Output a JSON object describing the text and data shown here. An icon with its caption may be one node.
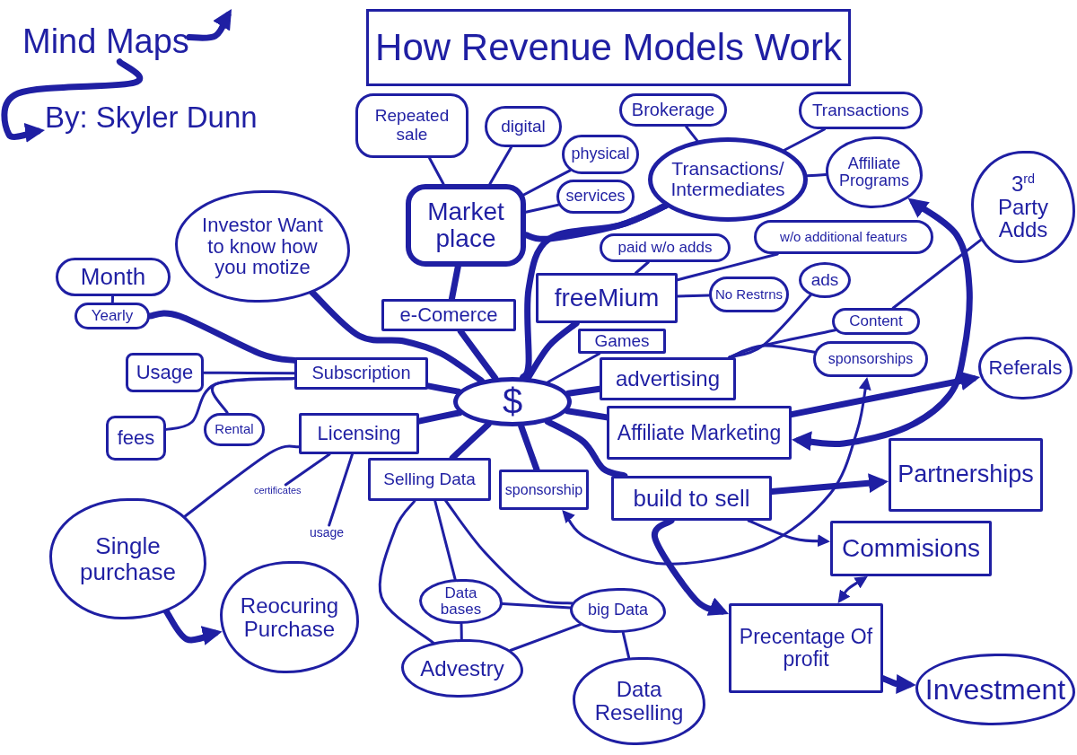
{
  "diagram": {
    "title": "How Revenue Models Work",
    "nodes": [
      {
        "text": [
          "Mind Maps"
        ]
      },
      {
        "text": [
          "By: Skyler Dunn"
        ]
      },
      {
        "text": [
          "Investor Want to know how you motize"
        ]
      },
      {
        "text": [
          "Month"
        ]
      },
      {
        "text": [
          "Yearly"
        ]
      },
      {
        "text": [
          "Usage"
        ]
      },
      {
        "text": [
          "fees"
        ]
      },
      {
        "text": [
          "Rental"
        ]
      },
      {
        "text": [
          "Subscription"
        ]
      },
      {
        "text": [
          "Licensing"
        ]
      },
      {
        "text": [
          "certificates"
        ]
      },
      {
        "text": [
          "usage"
        ]
      },
      {
        "text": [
          "Single purchase"
        ]
      },
      {
        "text": [
          "Reocuring Purchase"
        ]
      },
      {
        "text": [
          "Repeated sale"
        ]
      },
      {
        "text": [
          "digital"
        ]
      },
      {
        "text": [
          "physical"
        ]
      },
      {
        "text": [
          "services"
        ]
      },
      {
        "text": [
          "Market place"
        ]
      },
      {
        "text": [
          "e-Comerce"
        ]
      },
      {
        "text": [
          "Brokerage"
        ]
      },
      {
        "text": [
          "Transactions"
        ]
      },
      {
        "text": [
          "Transactions/ Intermediates"
        ]
      },
      {
        "text": [
          "Affiliate Programs"
        ]
      },
      {
        "text": [
          "paid w/o adds"
        ]
      },
      {
        "text": [
          "freeMium"
        ]
      },
      {
        "text": [
          "w/o additional featurs"
        ]
      },
      {
        "text": [
          "No Restrns"
        ]
      },
      {
        "text": [
          "ads"
        ]
      },
      {
        "text": [
          "Games"
        ]
      },
      {
        "text": [
          "advertising"
        ]
      },
      {
        "text": [
          "Content"
        ]
      },
      {
        "text": [
          "3$^{rd}$ Party Adds"
        ]
      },
      {
        "text": [
          "sponsorships"
        ]
      },
      {
        "text": [
          "$"
        ]
      },
      {
        "text": [
          "Referals"
        ]
      },
      {
        "text": [
          "Affiliate Marketing"
        ]
      },
      {
        "text": [
          "Partnerships"
        ]
      },
      {
        "text": [
          "Selling Data"
        ]
      },
      {
        "text": [
          "sponsorship"
        ]
      },
      {
        "text": [
          "build to sell"
        ]
      },
      {
        "text": [
          "Commisions"
        ]
      },
      {
        "text": [
          "Precentage Of profit"
        ]
      },
      {
        "text": [
          "Data bases"
        ]
      },
      {
        "text": [
          "big Data"
        ]
      },
      {
        "text": [
          "Advestry"
        ]
      },
      {
        "text": [
          "Investment"
        ]
      },
      {
        "text": [
          "Data Reselling"
        ]
      }
    ],
    "edges": [
      {
        "from": 0,
        "to": 1,
        "arrow": "to",
        "style": "thick"
      },
      {
        "from": 0,
        "to": null,
        "arrow": "to",
        "style": "thick"
      },
      {
        "from": 34,
        "to": 2,
        "arrow": "none",
        "style": "thick"
      },
      {
        "from": 34,
        "to": 8,
        "arrow": "none",
        "style": "thick"
      },
      {
        "from": 8,
        "to": 4,
        "arrow": "none",
        "style": "thick"
      },
      {
        "from": 3,
        "to": 4,
        "arrow": "none"
      },
      {
        "from": 8,
        "to": 5,
        "arrow": "none"
      },
      {
        "from": 8,
        "to": 6,
        "arrow": "none"
      },
      {
        "from": 8,
        "to": 7,
        "arrow": "none"
      },
      {
        "from": 34,
        "to": 9,
        "arrow": "none",
        "style": "thick"
      },
      {
        "from": 9,
        "to": 12,
        "arrow": "none"
      },
      {
        "from": 9,
        "to": 10,
        "arrow": "none"
      },
      {
        "from": 9,
        "to": 11,
        "arrow": "none"
      },
      {
        "from": 12,
        "to": 13,
        "arrow": "to",
        "style": "thick"
      },
      {
        "from": 34,
        "to": 19,
        "arrow": "none",
        "style": "thick"
      },
      {
        "from": 19,
        "to": 18,
        "arrow": "none",
        "style": "thick"
      },
      {
        "from": 18,
        "to": 14,
        "arrow": "none"
      },
      {
        "from": 18,
        "to": 15,
        "arrow": "none"
      },
      {
        "from": 18,
        "to": 16,
        "arrow": "none"
      },
      {
        "from": 18,
        "to": 17,
        "arrow": "none"
      },
      {
        "from": 18,
        "to": 22,
        "arrow": "none",
        "style": "thick"
      },
      {
        "from": 34,
        "to": 22,
        "arrow": "none",
        "style": "thick"
      },
      {
        "from": 22,
        "to": 20,
        "arrow": "none"
      },
      {
        "from": 22,
        "to": 21,
        "arrow": "none"
      },
      {
        "from": 22,
        "to": 23,
        "arrow": "none"
      },
      {
        "from": 34,
        "to": 25,
        "arrow": "none",
        "style": "thick"
      },
      {
        "from": 25,
        "to": 24,
        "arrow": "none"
      },
      {
        "from": 25,
        "to": 26,
        "arrow": "none"
      },
      {
        "from": 25,
        "to": 27,
        "arrow": "none"
      },
      {
        "from": 34,
        "to": 29,
        "arrow": "none"
      },
      {
        "from": 34,
        "to": 30,
        "arrow": "none",
        "style": "thick"
      },
      {
        "from": 30,
        "to": 28,
        "arrow": "none"
      },
      {
        "from": 30,
        "to": 31,
        "arrow": "none"
      },
      {
        "from": 30,
        "to": 33,
        "arrow": "none"
      },
      {
        "from": 31,
        "to": 32,
        "arrow": "none"
      },
      {
        "from": 34,
        "to": 36,
        "arrow": "none",
        "style": "thick"
      },
      {
        "from": 36,
        "to": 35,
        "arrow": "to",
        "style": "thick"
      },
      {
        "from": 36,
        "to": 23,
        "arrow": "both",
        "style": "thick"
      },
      {
        "from": 34,
        "to": 40,
        "arrow": "none",
        "style": "thick"
      },
      {
        "from": 40,
        "to": 37,
        "arrow": "to",
        "style": "thick"
      },
      {
        "from": 40,
        "to": 41,
        "arrow": "to"
      },
      {
        "from": 41,
        "to": 42,
        "arrow": "both"
      },
      {
        "from": 40,
        "to": 42,
        "arrow": "to",
        "style": "thick"
      },
      {
        "from": 42,
        "to": 46,
        "arrow": "to",
        "style": "thick"
      },
      {
        "from": 34,
        "to": 38,
        "arrow": "none",
        "style": "thick"
      },
      {
        "from": 34,
        "to": 39,
        "arrow": "none",
        "style": "thick"
      },
      {
        "from": 39,
        "to": 33,
        "arrow": "both"
      },
      {
        "from": 38,
        "to": 43,
        "arrow": "none"
      },
      {
        "from": 38,
        "to": 45,
        "arrow": "none"
      },
      {
        "from": 38,
        "to": 44,
        "arrow": "none"
      },
      {
        "from": 43,
        "to": 44,
        "arrow": "none"
      },
      {
        "from": 43,
        "to": 45,
        "arrow": "none"
      },
      {
        "from": 45,
        "to": 44,
        "arrow": "none"
      },
      {
        "from": 44,
        "to": 47,
        "arrow": "none"
      }
    ]
  }
}
